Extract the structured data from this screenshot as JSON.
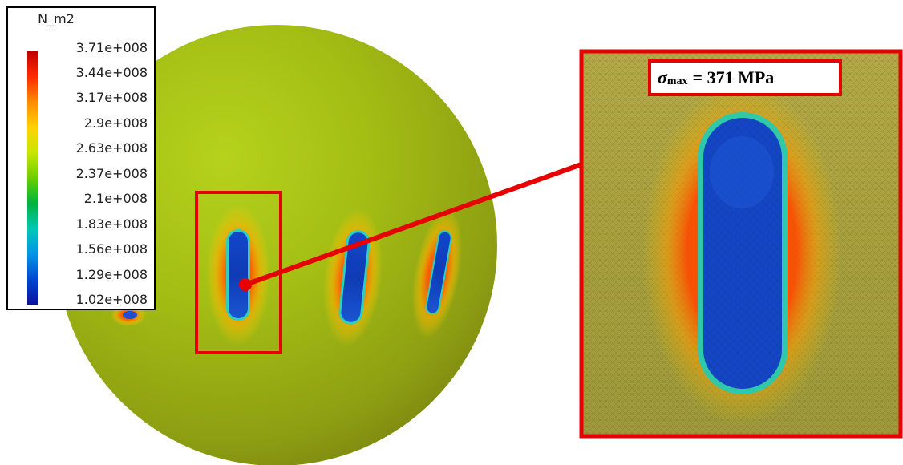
{
  "legend": {
    "unit": "N_m2",
    "ticks": [
      "3.71e+008",
      "3.44e+008",
      "3.17e+008",
      "2.9e+008",
      "2.63e+008",
      "2.37e+008",
      "2.1e+008",
      "1.83e+008",
      "1.56e+008",
      "1.29e+008",
      "1.02e+008"
    ],
    "colors": [
      "#c00000",
      "#ff2a00",
      "#ff8c00",
      "#ffd200",
      "#c8e600",
      "#6ccf00",
      "#00b43c",
      "#00c8b4",
      "#0096e6",
      "#0046d2",
      "#0a14a0"
    ]
  },
  "annotation": {
    "symbol": "σ",
    "subscript": "max",
    "value_text": "= 371 MPa"
  },
  "colors": {
    "sphere": "#a2be12",
    "highlight": "#e60000"
  }
}
